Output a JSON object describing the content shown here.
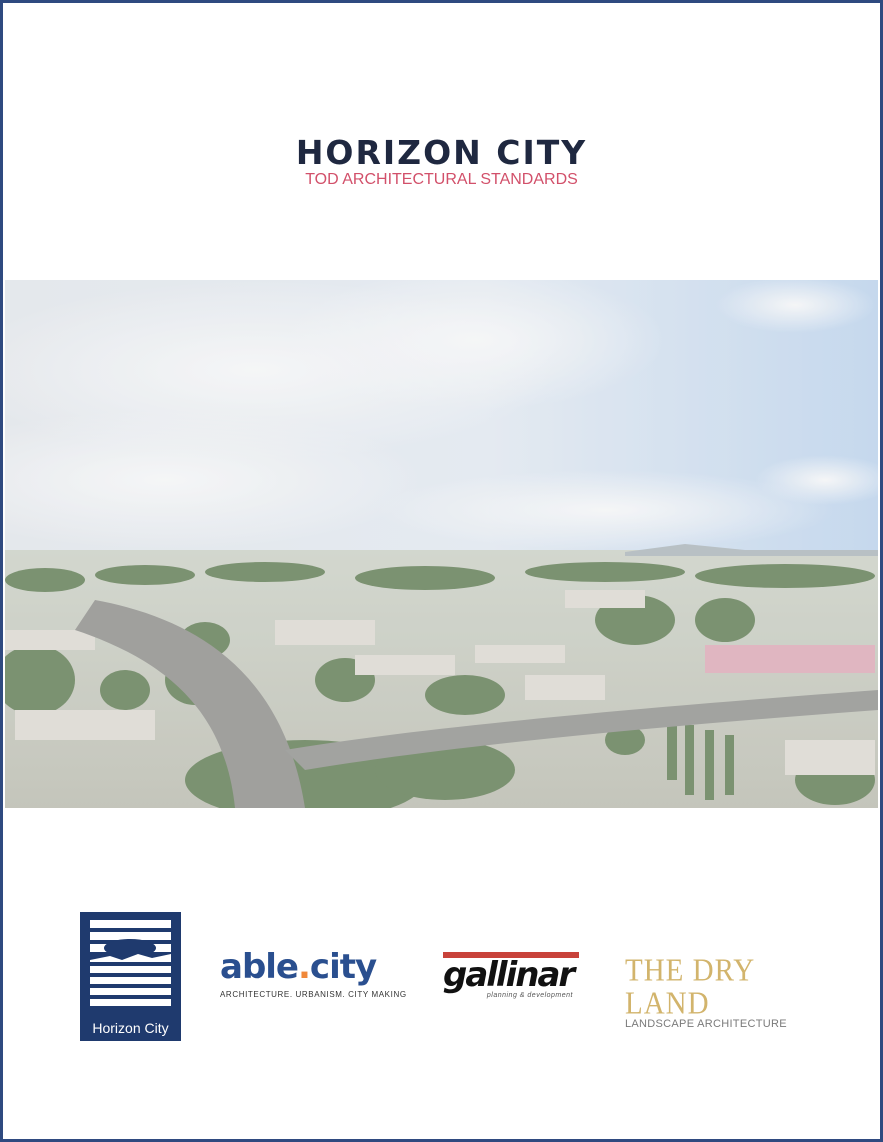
{
  "cover": {
    "title": "HORIZON CITY",
    "subtitle": "TOD ARCHITECTURAL STANDARDS"
  },
  "logos": {
    "horizon_city": {
      "label": "Horizon City"
    },
    "able_city": {
      "name_part1": "able",
      "name_dot": ".",
      "name_part2": "city",
      "tagline": "ARCHITECTURE. URBANISM. CITY MAKING"
    },
    "gallinar": {
      "name": "gallinar",
      "tagline": "planning & development"
    },
    "dry_land": {
      "name": "THE DRY LAND",
      "tagline": "LANDSCAPE ARCHITECTURE"
    }
  },
  "colors": {
    "border": "#2f4a80",
    "title": "#1f2840",
    "subtitle": "#d2506a",
    "horizon_city_brand": "#1f3a6e",
    "able_city_brand": "#2a4f8f",
    "able_city_accent": "#f0883a",
    "gallinar_accent": "#c8423a",
    "dry_land_gold": "#d2b46c"
  }
}
